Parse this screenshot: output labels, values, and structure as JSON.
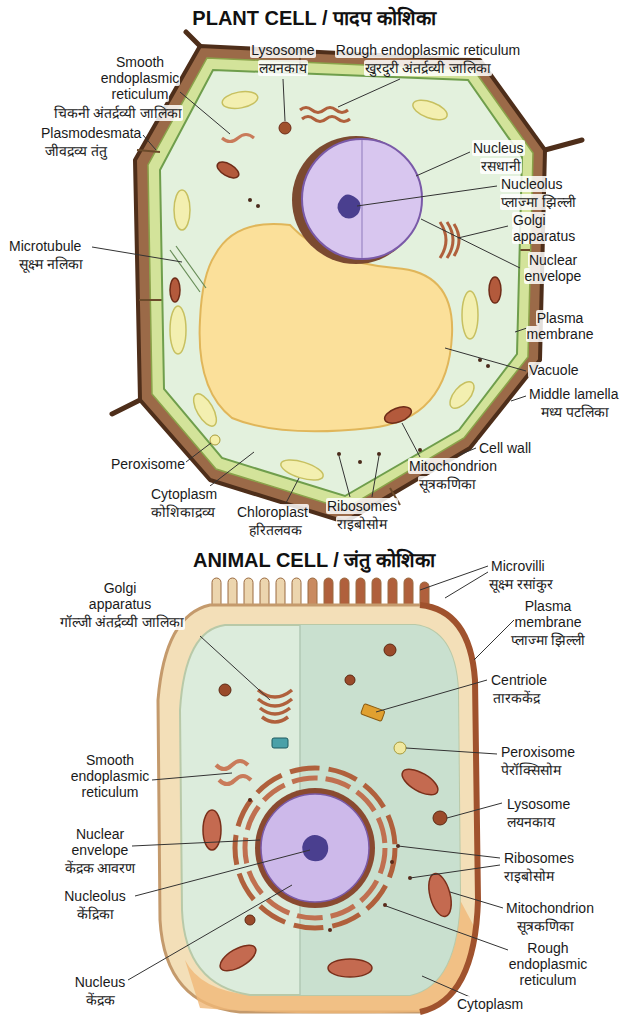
{
  "diagram": {
    "title": "PLANT CELL / पादप कोशिका",
    "labels": [
      "Lysosome",
      "लयनकाय",
      "Rough endoplasmic reticulum",
      "खुरदुरी अंतर्द्रव्यी जालिका",
      "Smooth endoplasmic reticulum",
      "चिकनी अंतर्द्रव्यी जालिका",
      "Plasmodesmata",
      "जीवद्रव्य तंतु",
      "Nucleus",
      "रसधानी",
      "Nucleolus",
      "प्लाज्मा झिल्ली",
      "Golgi apparatus",
      "Microtubule",
      "सूक्ष्म नलिका",
      "Nuclear envelope",
      "Plasma membrane",
      "Vacuole",
      "Middle lamella",
      "मध्य पटलिका",
      "Cell wall",
      "Peroxisome",
      "Mitochondrion",
      "सूत्रकणिका",
      "Cytoplasm",
      "कोशिकाद्रव्य",
      "Chloroplast",
      "हरितलवक",
      "Ribosomes",
      "राइबोसोम",
      "ANIMAL CELL / जंतु कोशिका",
      "Golgi apparatus",
      "गॉल्जी अंतर्द्रव्यी जालिका",
      "Microvilli",
      "सूक्ष्म रसांकुर",
      "Plasma membrane",
      "प्लाज्मा झिल्ली",
      "Centriole",
      "तारककेंद्र",
      "Smooth endoplasmic reticulum",
      "Peroxisome",
      "पेरॉक्सिसोम",
      "Lysosome",
      "लयनकाय",
      "Nuclear envelope",
      "केंद्रक आवरण",
      "Ribosomes",
      "राइबोसोम",
      "Nucleolus",
      "केंद्रिका",
      "Mitochondrion",
      "सूत्रकणिका",
      "Rough endoplasmic reticulum",
      "Nucleus",
      "केंद्रक",
      "Cytoplasm"
    ]
  }
}
